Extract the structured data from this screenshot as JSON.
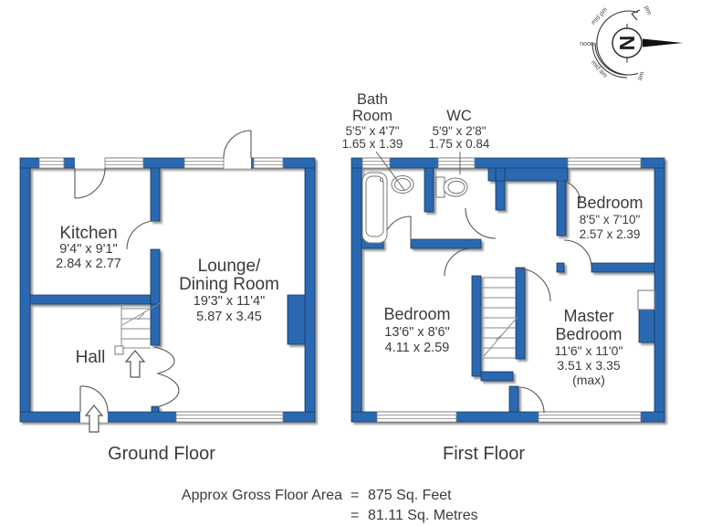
{
  "compass": {
    "letter": "N",
    "labels": {
      "pm": "pm",
      "mid_pm": "mid pm",
      "noon": "noon",
      "mid_am": "mid am",
      "am": "am"
    }
  },
  "ground_floor": {
    "caption": "Ground Floor",
    "kitchen": {
      "name": "Kitchen",
      "imperial": "9'4\" x 9'1\"",
      "metric": "2.84 x 2.77"
    },
    "lounge": {
      "name_line1": "Lounge/",
      "name_line2": "Dining Room",
      "imperial": "19'3\" x 11'4\"",
      "metric": "5.87 x 3.45"
    },
    "hall": {
      "name": "Hall"
    }
  },
  "first_floor": {
    "caption": "First Floor",
    "bathroom": {
      "name_line1": "Bath",
      "name_line2": "Room",
      "imperial": "5'5\" x 4'7\"",
      "metric": "1.65 x 1.39"
    },
    "wc": {
      "name": "WC",
      "imperial": "5'9\" x 2'8\"",
      "metric": "1.75 x 0.84"
    },
    "bedroom_rear": {
      "name": "Bedroom",
      "imperial": "8'5\" x 7'10\"",
      "metric": "2.57 x 2.39"
    },
    "bedroom_front": {
      "name": "Bedroom",
      "imperial": "13'6\" x 8'6\"",
      "metric": "4.11 x 2.59"
    },
    "master_bedroom": {
      "name_line1": "Master",
      "name_line2": "Bedroom",
      "imperial": "11'6\" x 11'0\"",
      "metric": "3.51 x 3.35",
      "note": "(max)"
    }
  },
  "footer": {
    "label": "Approx Gross Floor Area",
    "equals": "=",
    "area_feet": "875  Sq. Feet",
    "area_metres": "81.11  Sq. Metres"
  }
}
